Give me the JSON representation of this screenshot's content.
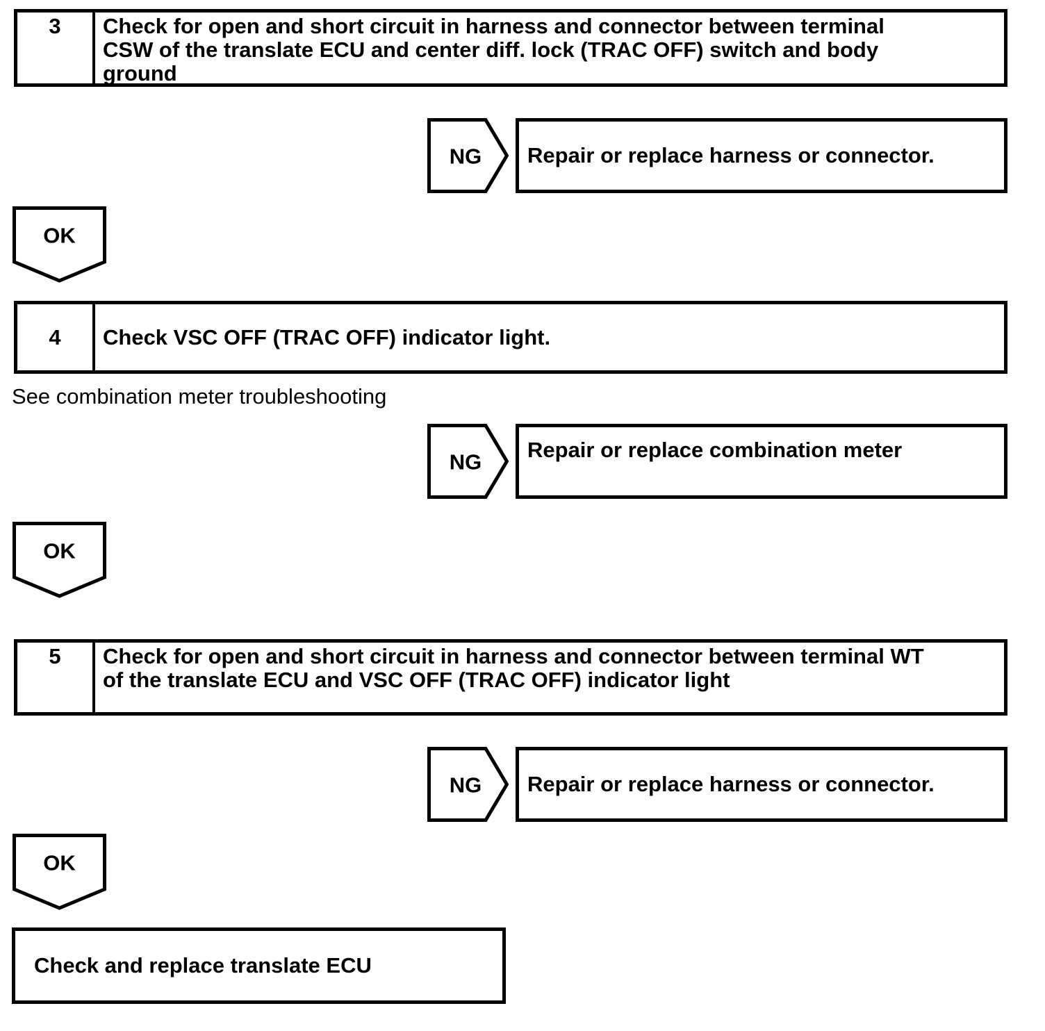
{
  "labels": {
    "ng": "NG",
    "ok": "OK"
  },
  "steps": [
    {
      "number": "3",
      "lines": [
        "Check for open and short circuit in harness and connector between terminal",
        "CSW of the translate ECU and center diff. lock (TRAC OFF) switch and body",
        "ground"
      ]
    },
    {
      "number": "4",
      "lines": [
        "Check VSC OFF (TRAC OFF) indicator light."
      ]
    },
    {
      "number": "5",
      "lines": [
        "Check for open and short circuit in harness and connector between terminal WT",
        "of the translate ECU and VSC OFF (TRAC OFF) indicator light"
      ]
    }
  ],
  "ng_results": [
    "Repair or replace harness or connector.",
    "Repair or replace combination meter",
    "Repair or replace harness or connector."
  ],
  "note": "See combination meter troubleshooting",
  "final_action": "Check and replace translate ECU",
  "colors": {
    "ink": "#000000",
    "paper": "#ffffff"
  }
}
